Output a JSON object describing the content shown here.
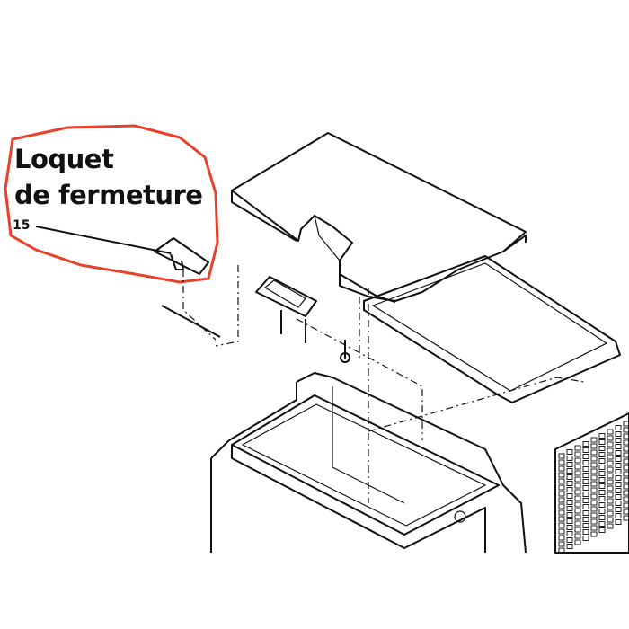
{
  "callout": {
    "title_line1": "Loquet",
    "title_line2": "de fermeture",
    "part_number": "15",
    "outline_color": "#e8412c"
  }
}
